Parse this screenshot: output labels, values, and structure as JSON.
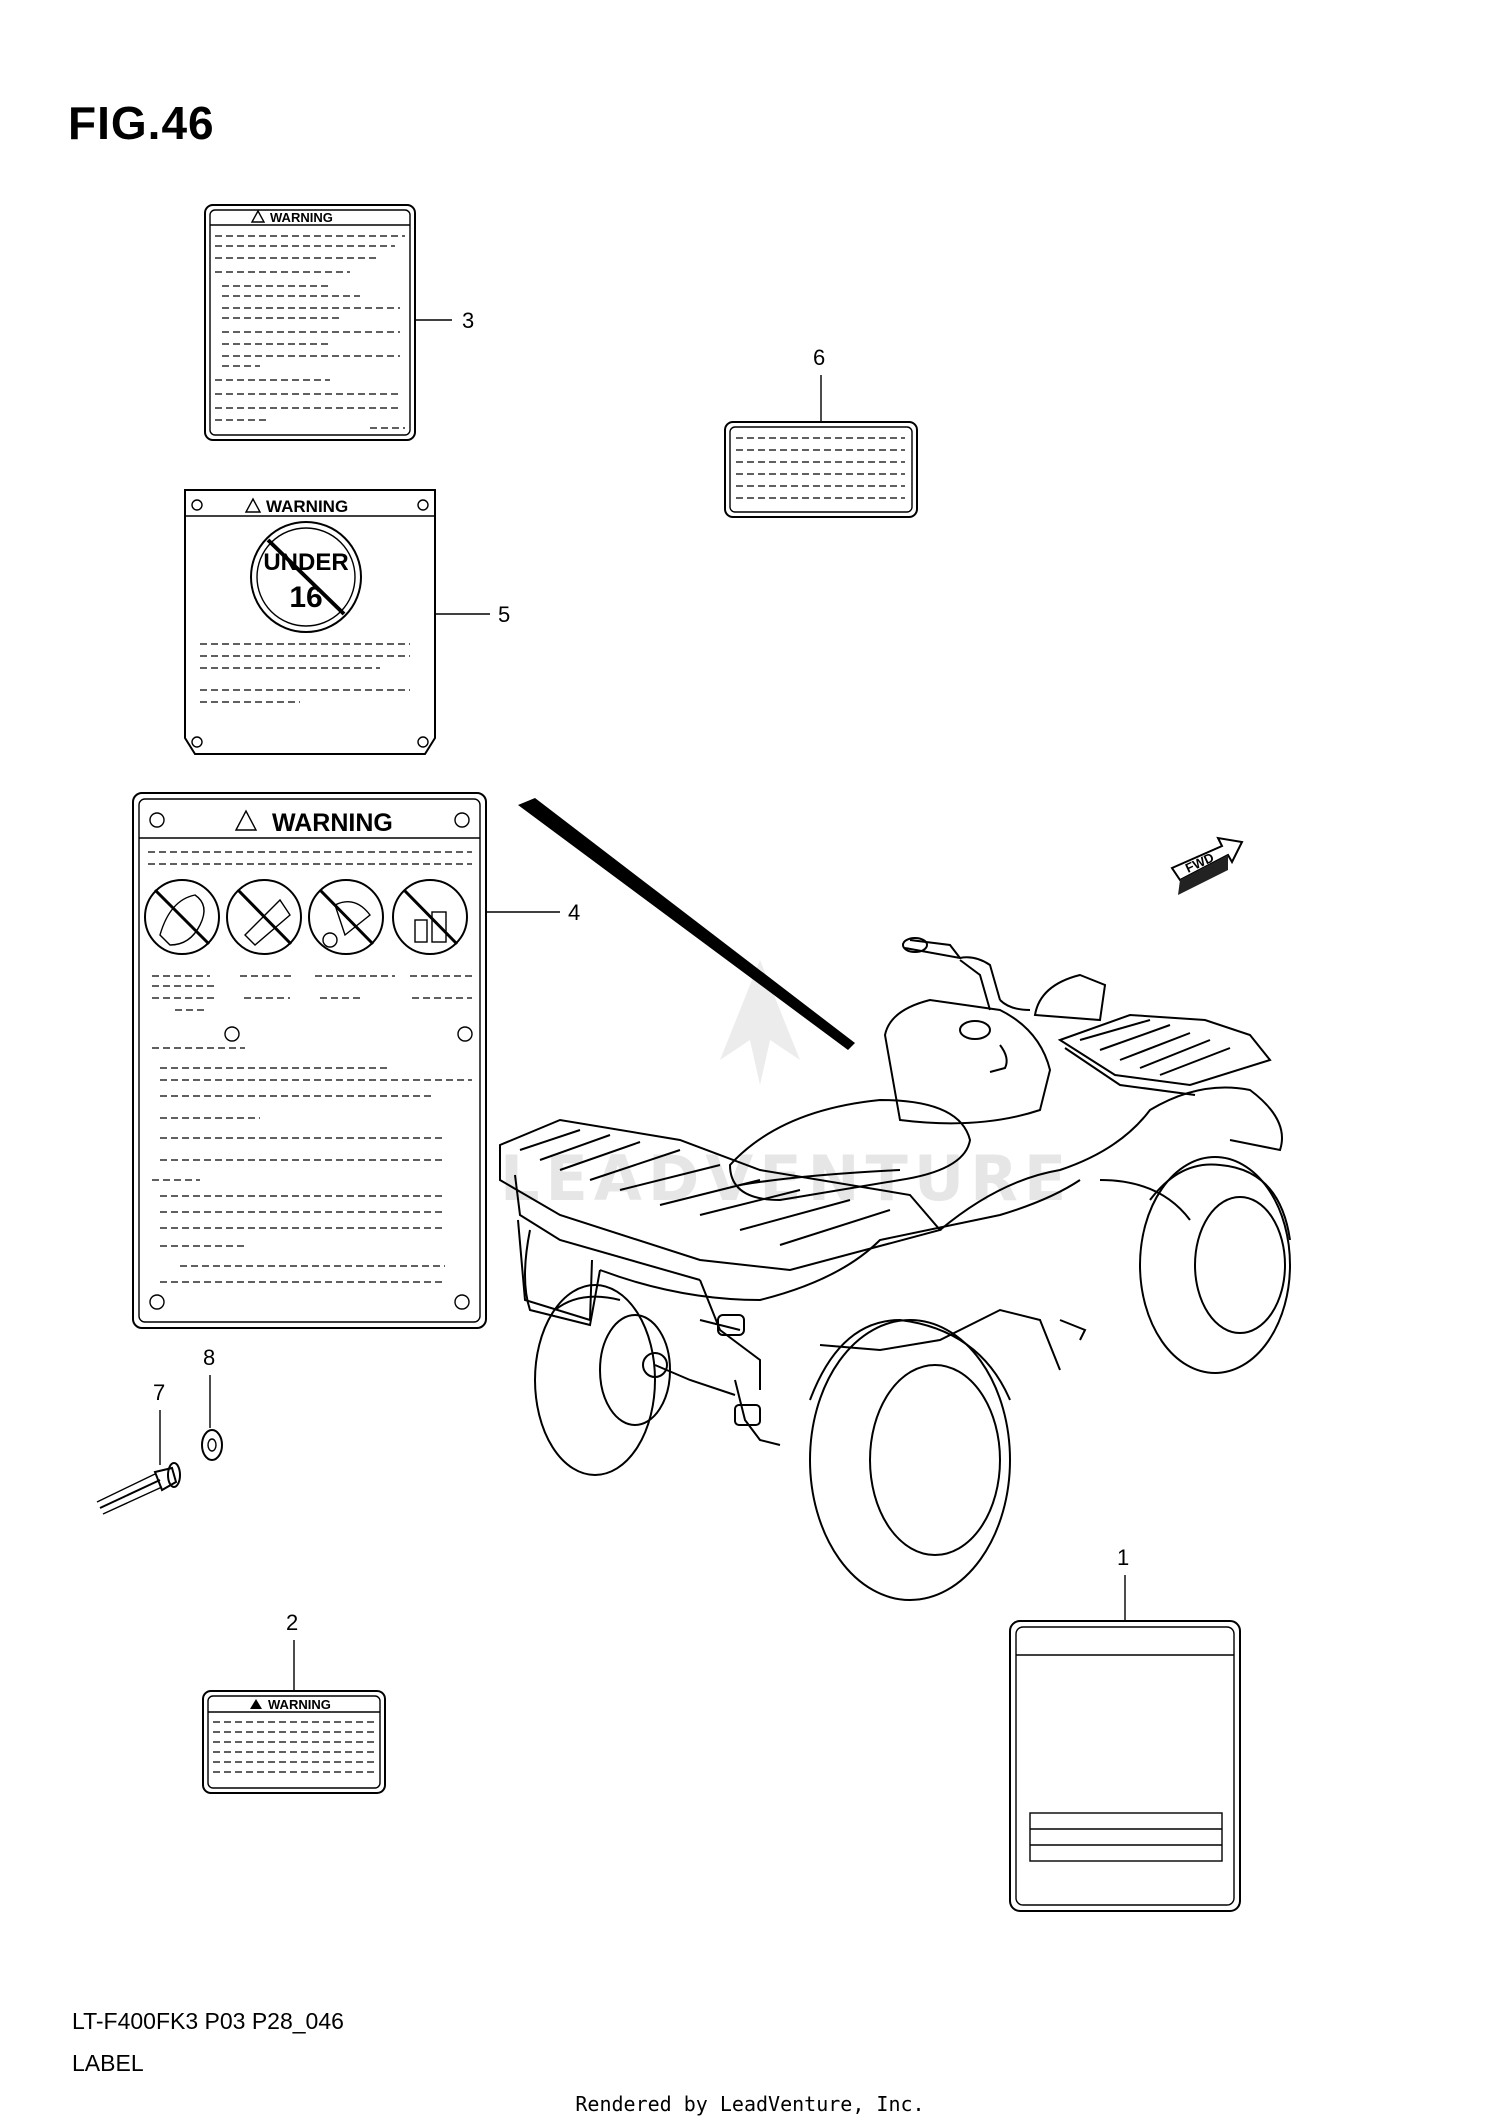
{
  "figure": {
    "title": "FIG.46",
    "model_code": "LT-F400FK3 P03 P28_046",
    "section": "LABEL",
    "credit": "Rendered by LeadVenture, Inc.",
    "watermark": "LEADVENTURE"
  },
  "labels": {
    "warning_text": "WARNING",
    "under16_line1": "UNDER",
    "under16_line2": "16",
    "fwd_text": "FWD"
  },
  "callouts": {
    "c1": "1",
    "c2": "2",
    "c3": "3",
    "c4": "4",
    "c5": "5",
    "c6": "6",
    "c7": "7",
    "c8": "8"
  }
}
